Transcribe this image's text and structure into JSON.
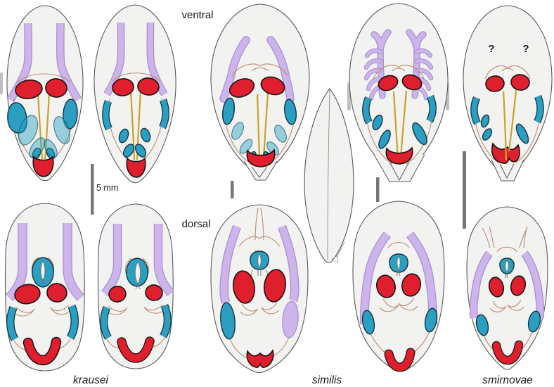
{
  "figure": {
    "view_labels": {
      "ventral": "ventral",
      "dorsal": "dorsal"
    },
    "species_labels": {
      "left": "krausei",
      "middle": "similis",
      "right": "smirnovae"
    },
    "scale_bar_label": "5 mm",
    "uncertainty_marks": {
      "left": "?",
      "right": "?"
    },
    "panels": [
      {
        "id": "krausei-ventral-a",
        "species": "krausei",
        "view": "ventral"
      },
      {
        "id": "krausei-ventral-b",
        "species": "krausei",
        "view": "ventral"
      },
      {
        "id": "similis-ventral",
        "species": "similis",
        "view": "ventral"
      },
      {
        "id": "smirnovae-ventral-a",
        "species": "smirnovae",
        "view": "ventral"
      },
      {
        "id": "smirnovae-ventral-b",
        "species": "smirnovae",
        "view": "ventral",
        "annotation": "? ?"
      },
      {
        "id": "lateral-body-outline",
        "species": "similis",
        "view": "lateral"
      },
      {
        "id": "krausei-dorsal-a",
        "species": "krausei",
        "view": "dorsal"
      },
      {
        "id": "krausei-dorsal-b",
        "species": "krausei",
        "view": "dorsal"
      },
      {
        "id": "similis-dorsal",
        "species": "similis",
        "view": "dorsal"
      },
      {
        "id": "smirnovae-dorsal-a",
        "species": "smirnovae",
        "view": "dorsal"
      },
      {
        "id": "smirnovae-dorsal-b",
        "species": "smirnovae",
        "view": "dorsal"
      }
    ],
    "scale_bars": [
      {
        "id": "scale-bar-krausei",
        "label": "5 mm"
      },
      {
        "id": "scale-bar-similis",
        "label": ""
      },
      {
        "id": "scale-bar-smirnovae-ventral",
        "label": ""
      },
      {
        "id": "scale-bar-smirnovae-right",
        "label": ""
      }
    ],
    "colors": {
      "body_fill": "#f2f2f1",
      "body_outline": "#58595b",
      "red_organ": "#df1f2d",
      "teal_organ": "#2b9fc1",
      "teal_translucent": "rgba(43,159,193,0.45)",
      "lavender_organ": "#cdb4ea",
      "lavender_outline": "#a78fd0",
      "yellow_duct": "#c9a227",
      "brown_line": "#bc8b72",
      "scale_bar": "#77757a",
      "text": "#1a1a1a"
    }
  }
}
